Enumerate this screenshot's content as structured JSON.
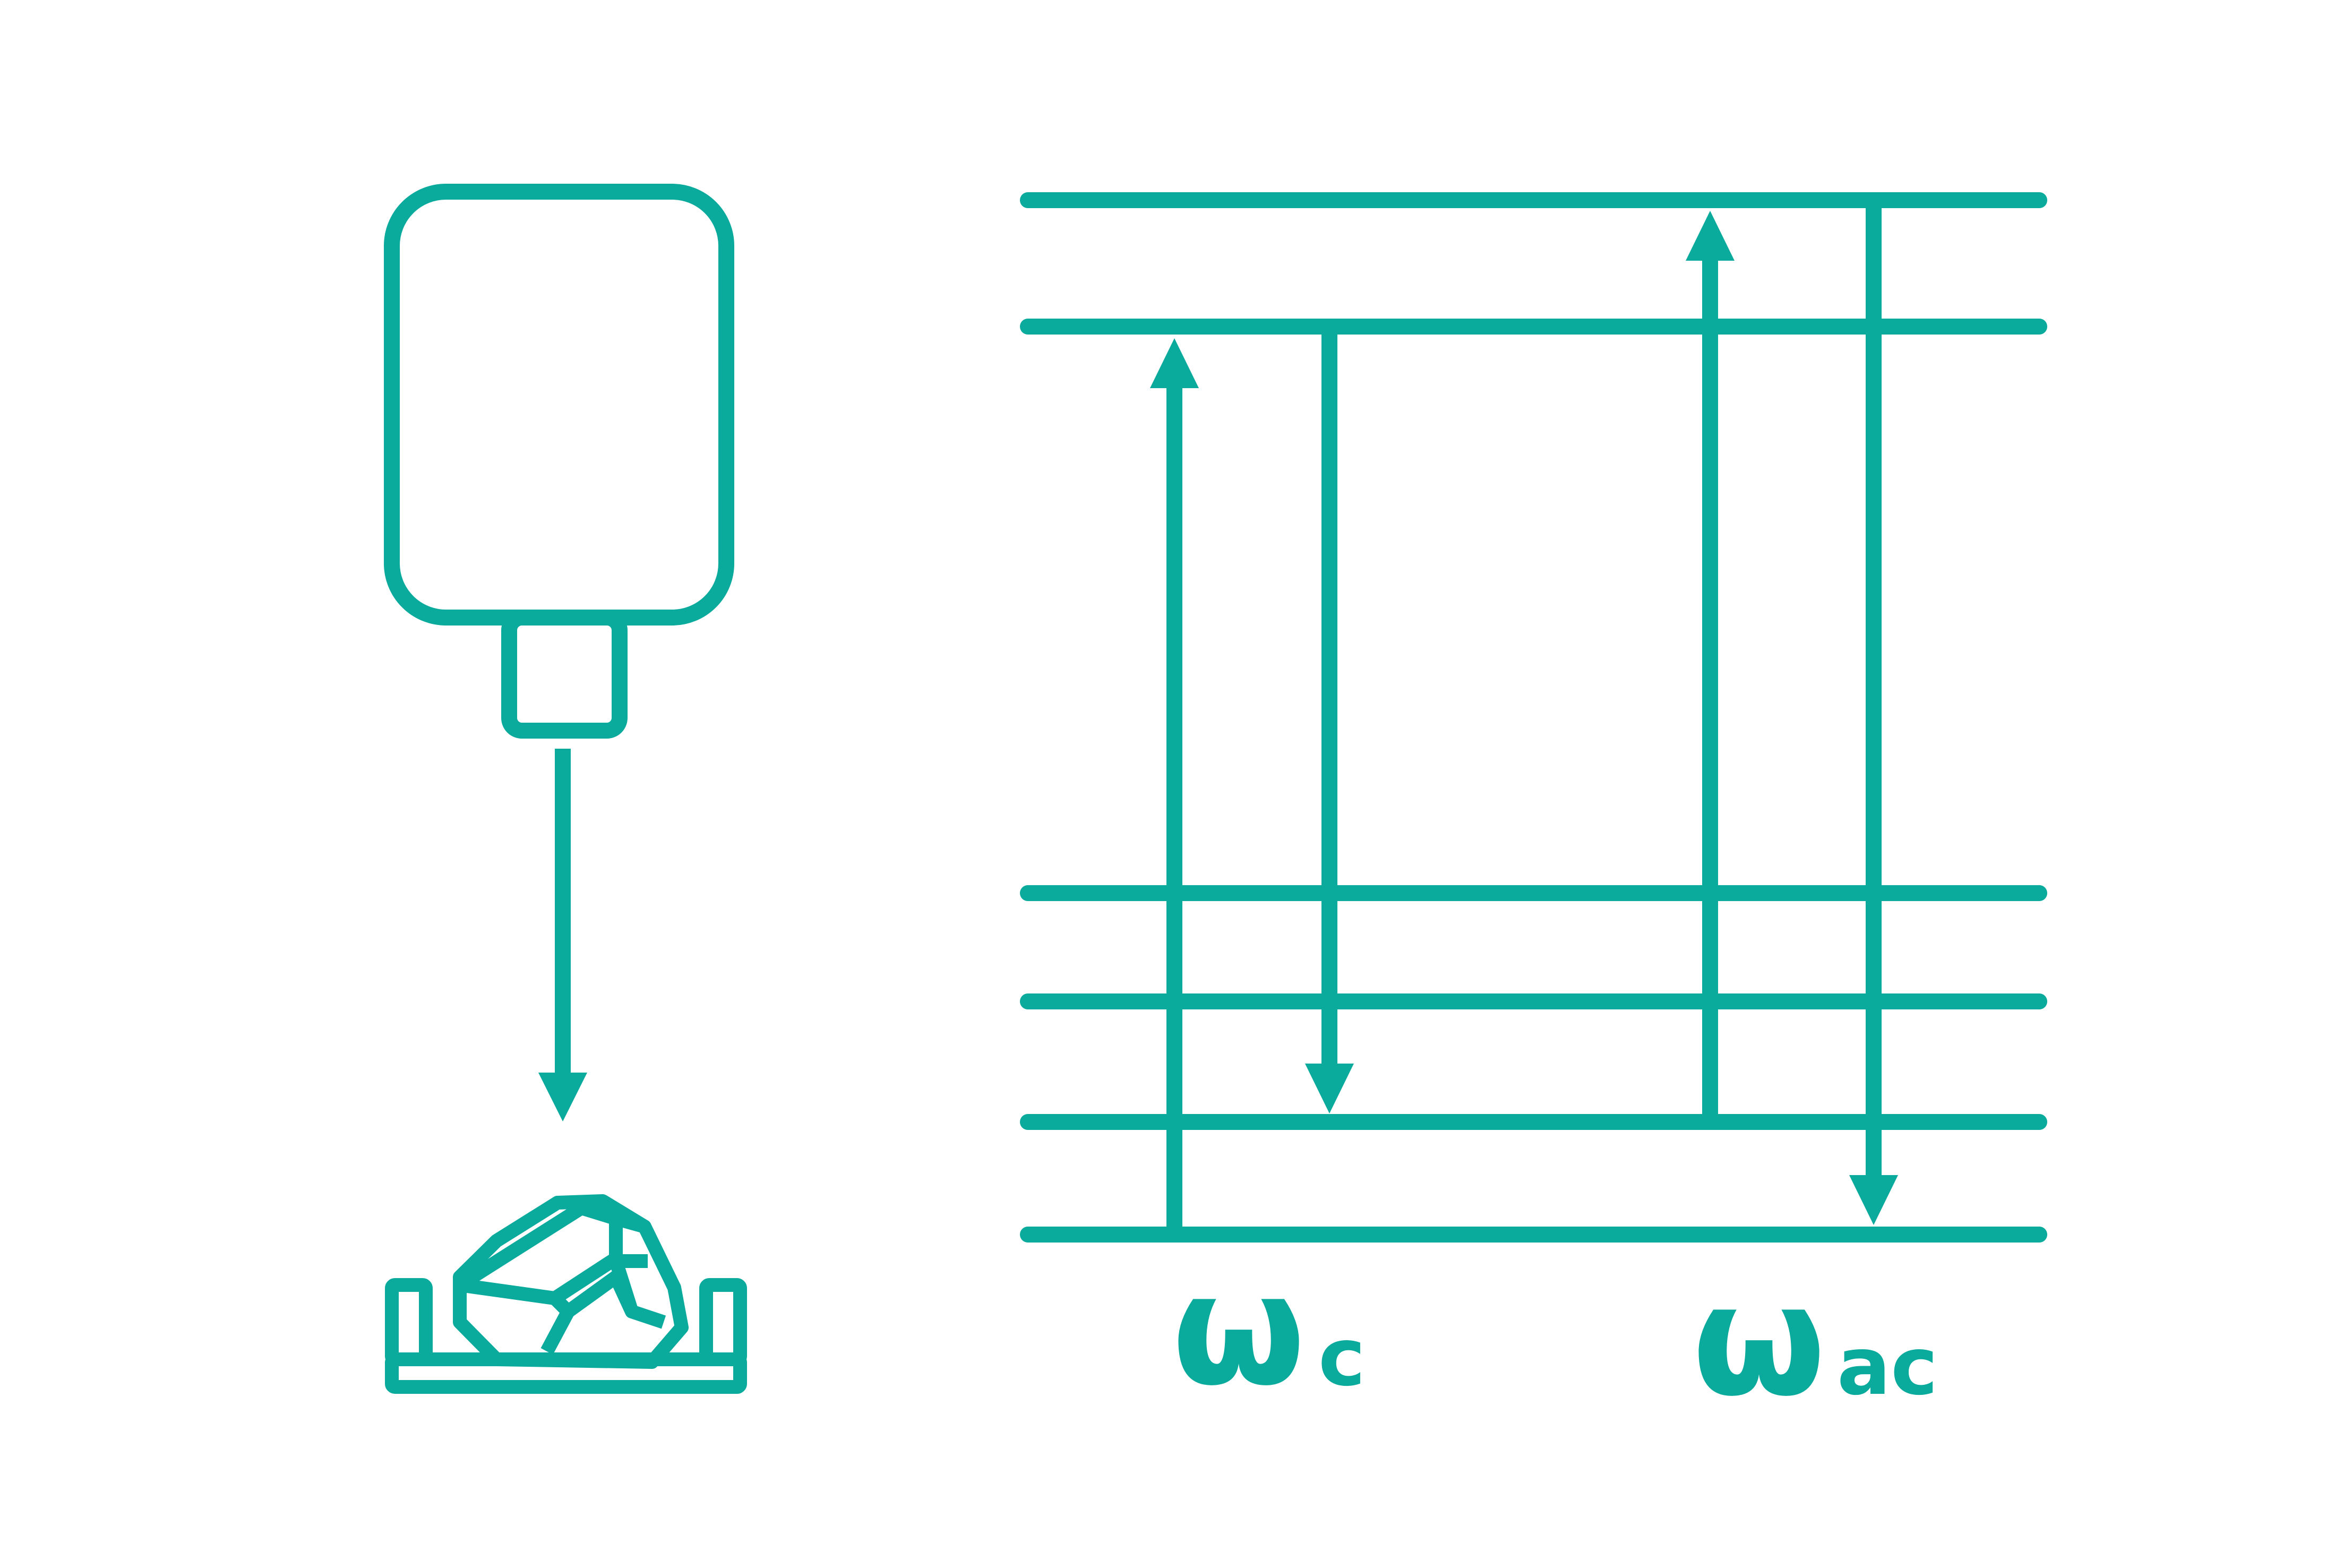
{
  "colors": {
    "accent": "#0aaa9c",
    "background": "#ffffff"
  },
  "labels": {
    "omega_symbol": "ω",
    "transition_c_subscript": "c",
    "transition_ac_subscript": "ac"
  },
  "icons": {
    "device": "laser-device-icon",
    "sample": "crystal-sample-icon"
  }
}
